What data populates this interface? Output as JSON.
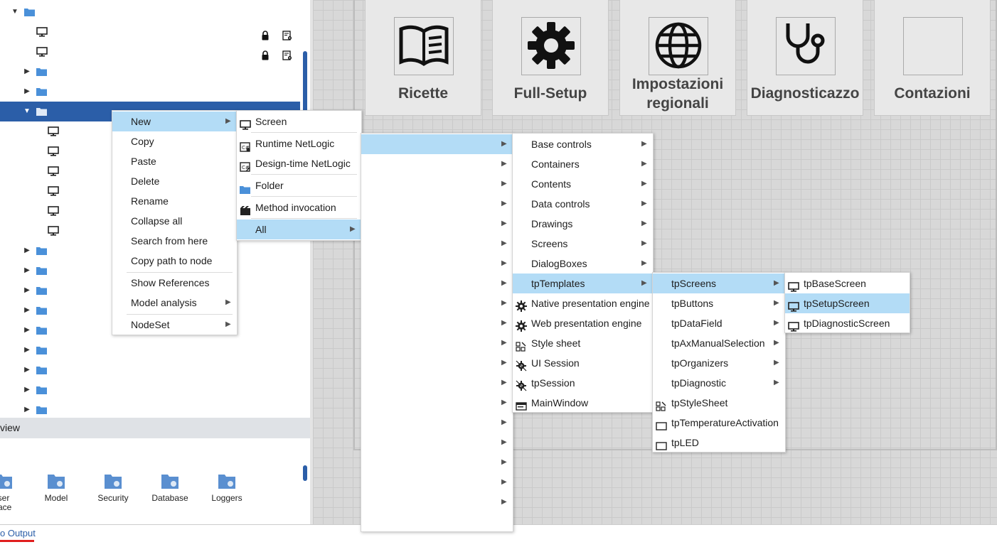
{
  "tree": {
    "items": [
      {
        "label": "MiniSetup",
        "icon": "folder-icon",
        "twisty": "expanded"
      },
      {
        "label": "_200_MiniSetup (type)",
        "icon": "screen-icon"
      },
      {
        "label": "_201_MiniSetupInfeed (type)",
        "icon": "screen-icon"
      },
      {
        "label": "MiniSetupFlowpack",
        "icon": "folder-icon",
        "twisty": "collapsed"
      },
      {
        "label": "MiniSetupCrimperRotary",
        "icon": "folder-icon",
        "twisty": "collapsed"
      },
      {
        "label": "MiniSetupCrimperLinear",
        "icon": "folder-icon",
        "twisty": "expanded",
        "selected": true
      },
      {
        "label": "_230_MiniS",
        "icon": "screen-icon"
      },
      {
        "label": "_231_MiniS",
        "icon": "screen-icon"
      },
      {
        "label": "_232_MiniS",
        "icon": "screen-icon"
      },
      {
        "label": "_233_MiniS",
        "icon": "screen-icon"
      },
      {
        "label": "_234_MiniS",
        "icon": "screen-icon"
      },
      {
        "label": "_236_MiniS",
        "icon": "screen-icon"
      },
      {
        "label": "MiniSetupBelt",
        "icon": "folder-icon",
        "twisty": "collapsed"
      },
      {
        "label": "MiniSetupWhe",
        "icon": "folder-icon",
        "twisty": "collapsed"
      },
      {
        "label": "MiniSetupWhC",
        "icon": "folder-icon",
        "twisty": "collapsed"
      },
      {
        "label": "MiniSetupUnw",
        "icon": "folder-icon",
        "twisty": "collapsed"
      },
      {
        "label": "MiniSetupConv",
        "icon": "folder-icon",
        "twisty": "collapsed"
      },
      {
        "label": "MiniSetupConveyorAuxDevices",
        "icon": "folder-icon",
        "twisty": "collapsed"
      },
      {
        "label": "MiniSetupInsert90Degrees",
        "icon": "folder-icon",
        "twisty": "collapsed"
      },
      {
        "label": "MiniSetupDieCutter",
        "icon": "folder-icon",
        "twisty": "collapsed"
      },
      {
        "label": "MiniSetupFeeders",
        "icon": "folder-icon",
        "twisty": "collapsed"
      }
    ]
  },
  "panel_header": "view",
  "dock": [
    {
      "label": "ser\nface",
      "icon": "user-interface-icon"
    },
    {
      "label": "Model",
      "icon": "model-icon"
    },
    {
      "label": "Security",
      "icon": "security-icon"
    },
    {
      "label": "Database",
      "icon": "database-icon"
    },
    {
      "label": "Loggers",
      "icon": "loggers-icon"
    }
  ],
  "bottom": {
    "output_tab": "o Output"
  },
  "tiles": [
    {
      "label": "Ricette",
      "icon": "book-icon"
    },
    {
      "label": "Full-Setup",
      "icon": "gear-icon"
    },
    {
      "label": "Impostazioni regionali",
      "icon": "globe-icon"
    },
    {
      "label": "Diagnosticazzo",
      "icon": "stethoscope-icon"
    },
    {
      "label": "Contazioni",
      "icon": "empty-icon"
    }
  ],
  "context_menu": [
    {
      "label": "New",
      "submenu": true,
      "highlight": true
    },
    {
      "label": "Copy"
    },
    {
      "label": "Paste"
    },
    {
      "label": "Delete"
    },
    {
      "label": "Rename"
    },
    {
      "label": "Collapse all"
    },
    {
      "label": "Search from here"
    },
    {
      "label": "Copy path to node"
    },
    {
      "label": "Show References"
    },
    {
      "label": "Model analysis",
      "submenu": true
    },
    {
      "label": "NodeSet",
      "submenu": true
    }
  ],
  "new_menu": [
    {
      "label": "Screen",
      "icon": "screen-icon"
    },
    {
      "label": "Runtime NetLogic",
      "icon": "netlogic-icon"
    },
    {
      "label": "Design-time NetLogic",
      "icon": "netlogic-design-icon"
    },
    {
      "label": "Folder",
      "icon": "folder-icon"
    },
    {
      "label": "Method invocation",
      "icon": "method-icon"
    },
    {
      "label": "All",
      "submenu": true,
      "highlight": true
    }
  ],
  "all_menu": [
    "User interface",
    "Model",
    "Security",
    "Database",
    "Loggers",
    "Alarms",
    "Recipes",
    "Reports",
    "OPC-UA",
    "MQTT",
    "Retentivity",
    "AuditSigning",
    "Communication driver",
    "Converters",
    "Translations",
    "System",
    "Engineering unit",
    "Category folders",
    "Companion specifications",
    "Data type"
  ],
  "ui_menu": [
    {
      "label": "Base controls",
      "submenu": true
    },
    {
      "label": "Containers",
      "submenu": true
    },
    {
      "label": "Contents",
      "submenu": true
    },
    {
      "label": "Data controls",
      "submenu": true
    },
    {
      "label": "Drawings",
      "submenu": true
    },
    {
      "label": "Screens",
      "submenu": true
    },
    {
      "label": "DialogBoxes",
      "submenu": true
    },
    {
      "label": "tpTemplates",
      "submenu": true,
      "highlight": true
    },
    {
      "label": "Native presentation engine",
      "icon": "gear-icon"
    },
    {
      "label": "Web presentation engine",
      "icon": "gear-icon"
    },
    {
      "label": "Style sheet",
      "icon": "stylesheet-icon"
    },
    {
      "label": "UI Session",
      "icon": "session-icon"
    },
    {
      "label": "tpSession",
      "icon": "session-icon"
    },
    {
      "label": "MainWindow",
      "icon": "window-icon"
    }
  ],
  "tp_menu": [
    {
      "label": "tpScreens",
      "submenu": true,
      "highlight": true
    },
    {
      "label": "tpButtons",
      "submenu": true
    },
    {
      "label": "tpDataField",
      "submenu": true
    },
    {
      "label": "tpAxManualSelection",
      "submenu": true
    },
    {
      "label": "tpOrganizers",
      "submenu": true
    },
    {
      "label": "tpDiagnostic",
      "submenu": true
    },
    {
      "label": "tpStyleSheet",
      "icon": "stylesheet-icon"
    },
    {
      "label": "tpTemperatureActivation",
      "icon": "rectangle-icon"
    },
    {
      "label": "tpLED",
      "icon": "rectangle-icon"
    }
  ],
  "screens_menu": [
    {
      "label": "tpBaseScreen",
      "icon": "screen-icon"
    },
    {
      "label": "tpSetupScreen",
      "icon": "screen-icon",
      "highlight": true
    },
    {
      "label": "tpDiagnosticScreen",
      "icon": "screen-icon"
    }
  ],
  "colors": {
    "selection": "#2b5ea8",
    "menu_highlight": "#b3dcf6",
    "folder": "#4a90d9"
  }
}
